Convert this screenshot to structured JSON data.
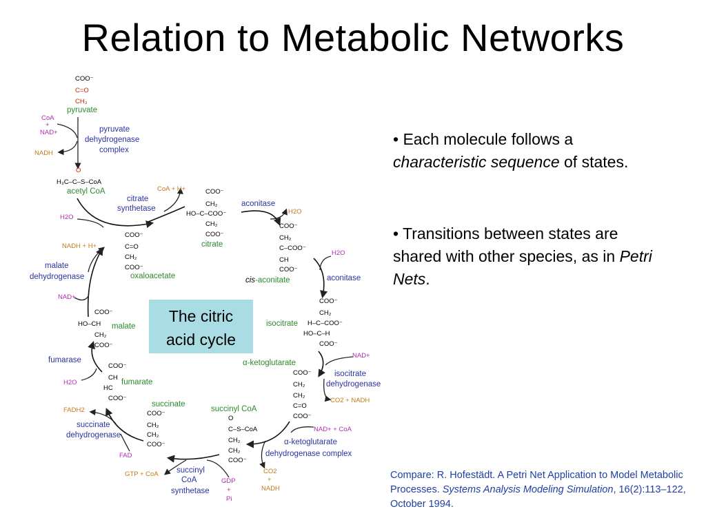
{
  "title": "Relation to Metabolic Networks",
  "cycle_label": [
    "The citric",
    "acid cycle"
  ],
  "bullets": [
    {
      "pre": "• Each molecule follows a ",
      "em": "characteristic sequence",
      "post": " of states."
    },
    {
      "pre": "• Transitions between states are shared with other species, as in ",
      "em": "Petri Nets",
      "post": "."
    }
  ],
  "citation": {
    "pre": "Compare: R. Hofestädt. A Petri Net Application to Model Metabolic Processes. ",
    "em": "Systems Analysis Modeling Simulation",
    "post": ", 16(2):113–122, October 1994."
  },
  "diagram": {
    "metabolites": {
      "pyruvate": "pyruvate",
      "acetyl_coa": "acetyl CoA",
      "citrate": "citrate",
      "cis_aconitate_em": "cis",
      "cis_aconitate": "-aconitate",
      "isocitrate": "isocitrate",
      "alpha_kg": "α-ketoglutarate",
      "succinyl_coa": "succinyl CoA",
      "succinate": "succinate",
      "fumarate": "fumarate",
      "malate": "malate",
      "oxaloacetate": "oxaloacetate"
    },
    "enzymes": {
      "pdh": [
        "pyruvate",
        "dehydrogenase",
        "complex"
      ],
      "citrate_synthetase": [
        "citrate",
        "synthetase"
      ],
      "aconitase_1": "aconitase",
      "aconitase_2": "aconitase",
      "idh": [
        "isocitrate",
        "dehydrogenase"
      ],
      "akgdh": [
        "α-ketoglutarate",
        "dehydrogenase complex"
      ],
      "succinyl_coa_synthetase": [
        "succinyl",
        "CoA",
        "synthetase"
      ],
      "sdh": [
        "succinate",
        "dehydrogenase"
      ],
      "fumarase": "fumarase",
      "mdh": [
        "malate",
        "dehydrogenase"
      ]
    },
    "cofactors": {
      "coa_nad_in": [
        "CoA",
        "+",
        "NAD+"
      ],
      "nadh_out_1": "NADH",
      "coa_h_out": "CoA + H+",
      "h2o_in_1": "H2O",
      "h2o_out_1": "H2O",
      "h2o_in_2": "H2O",
      "nad_in_1": "NAD+",
      "co2_nadh_out_1": "CO2 + NADH",
      "nad_coa_in": "NAD+ + CoA",
      "co2_nadh_out_2": [
        "CO2",
        "+",
        "NADH"
      ],
      "gdp_pi_in": [
        "GDP",
        "+",
        "Pi"
      ],
      "gtp_coa_out": "GTP + CoA",
      "fad_in": "FAD",
      "fadh2_out": "FADH2",
      "h2o_in_3": "H2O",
      "nad_in_2": "NAD+",
      "nadh_h_out": "NADH + H+"
    },
    "structures": {
      "pyruvate": [
        "COO⁻",
        "C=O",
        "CH₃"
      ],
      "acetyl_coa": [
        "O",
        "H₃C–C–S–CoA"
      ],
      "citrate": [
        "COO⁻",
        "CH₂",
        "HO–C–COO⁻",
        "CH₂",
        "COO⁻"
      ],
      "cis_aconitate": [
        "COO⁻",
        "CH₂",
        "C–COO⁻",
        "CH",
        "COO⁻"
      ],
      "isocitrate": [
        "COO⁻",
        "CH₂",
        "H–C–COO⁻",
        "HO–C–H",
        "COO⁻"
      ],
      "alpha_kg": [
        "COO⁻",
        "CH₂",
        "CH₂",
        "C=O",
        "COO⁻"
      ],
      "succinyl_coa": [
        "O",
        "C–S–CoA",
        "CH₂",
        "CH₂",
        "COO⁻"
      ],
      "succinate": [
        "COO⁻",
        "CH₂",
        "CH₂",
        "COO⁻"
      ],
      "fumarate": [
        "COO⁻",
        "CH",
        "HC",
        "COO⁻"
      ],
      "malate": [
        "COO⁻",
        "HO–CH",
        "CH₂",
        "COO⁻"
      ],
      "oxaloacetate": [
        "COO⁻",
        "C=O",
        "CH₂",
        "COO⁻"
      ]
    }
  }
}
